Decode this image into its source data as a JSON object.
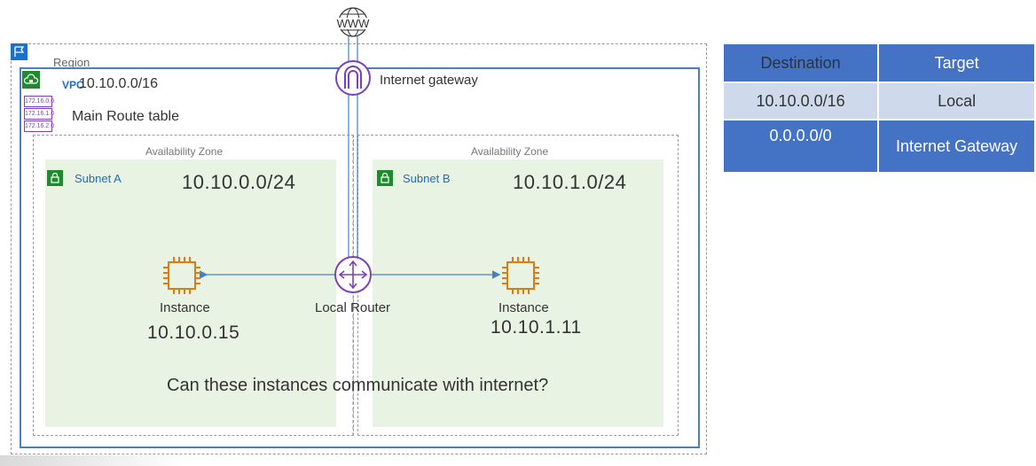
{
  "internet": {
    "label": "WWW"
  },
  "region": {
    "label": "Region"
  },
  "vpc": {
    "tag": "VPC",
    "cidr": "10.10.0.0/16"
  },
  "route_table": {
    "chips": [
      "172.16.0.0",
      "172.16.1.0",
      "172.16.2.0"
    ],
    "label": "Main Route table"
  },
  "internet_gateway": {
    "label": "Internet gateway"
  },
  "availability_zones": [
    {
      "label": "Availability Zone",
      "subnet": {
        "label": "Subnet A",
        "cidr": "10.10.0.0/24"
      },
      "instance": {
        "label": "Instance",
        "ip": "10.10.0.15"
      }
    },
    {
      "label": "Availability Zone",
      "subnet": {
        "label": "Subnet B",
        "cidr": "10.10.1.0/24"
      },
      "instance": {
        "label": "Instance",
        "ip": "10.10.1.11"
      }
    }
  ],
  "router": {
    "label": "Local Router"
  },
  "question": "Can these instances communicate with internet?",
  "route_table_view": {
    "headers": [
      "Destination",
      "Target"
    ],
    "rows": [
      [
        "10.10.0.0/16",
        "Local"
      ],
      [
        "0.0.0.0/0",
        "Internet Gateway"
      ]
    ]
  },
  "colors": {
    "vpc_border": "#4a7fc4",
    "aws_purple": "#7b3fbf",
    "ec2_orange": "#e07b12",
    "subnet_green": "#1e8c2e",
    "subnet_fill": "#e8f3e3",
    "table_blue": "#4472c4",
    "table_light": "#cfd9ec"
  }
}
